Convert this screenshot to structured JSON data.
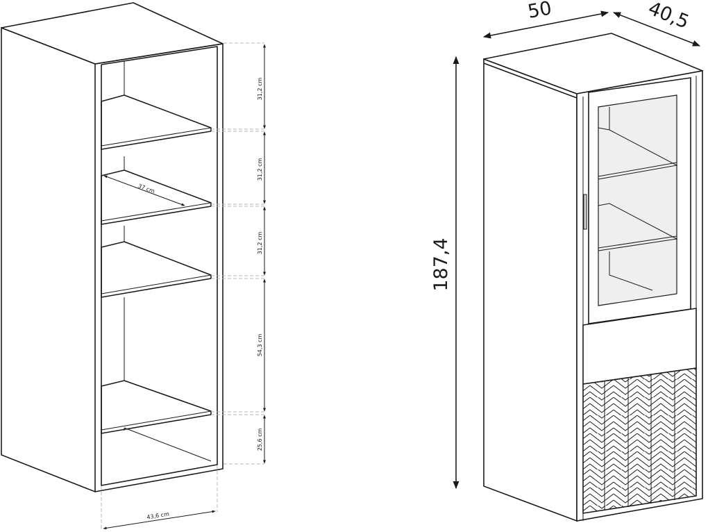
{
  "colors": {
    "line": "#1a1a1a",
    "dash": "#b5b5b5",
    "glass": "#efefef",
    "background": "#ffffff"
  },
  "left_cabinet": {
    "shelf_heights": [
      "31,2 cm",
      "31,2 cm",
      "31,2 cm",
      "54,3 cm",
      "25,6 cm"
    ],
    "shelf_depth": "37 cm",
    "base_width": "43,6 cm"
  },
  "right_cabinet": {
    "width": "50",
    "depth": "40,5",
    "height": "187,4"
  }
}
